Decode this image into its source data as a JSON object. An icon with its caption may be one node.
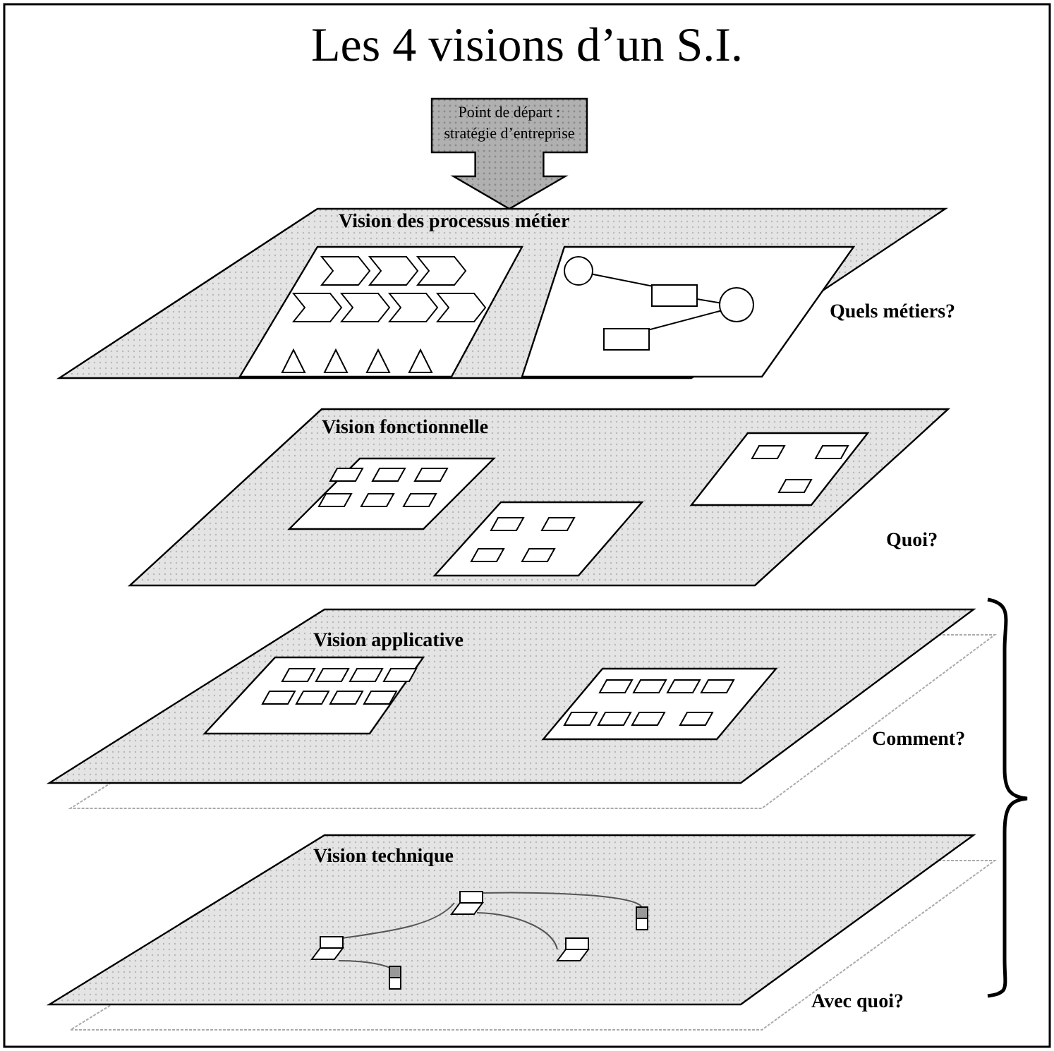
{
  "diagram": {
    "title": "Les 4 visions d’un S.I.",
    "nodes": [
      {
        "text": [
          "Point de départ : stratégie d’entreprise"
        ]
      },
      {
        "text": [
          "Vision des processus métier"
        ]
      },
      {
        "text": [
          "Vision fonctionnelle"
        ]
      },
      {
        "text": [
          "Vision applicative"
        ]
      },
      {
        "text": [
          "Vision technique"
        ]
      }
    ],
    "labels": [
      "Quels métiers?",
      "Quoi?",
      "Comment?",
      "Avec quoi?"
    ]
  }
}
